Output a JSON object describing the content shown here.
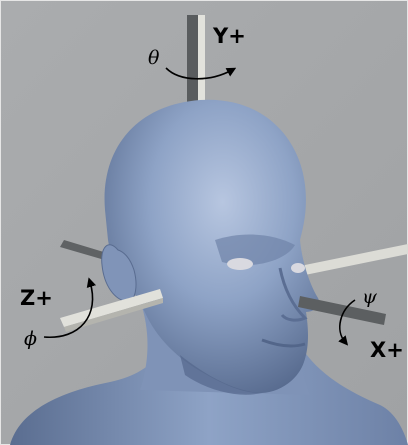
{
  "colors": {
    "background": "#a7a9ab",
    "head_fill": "#8ea3c6",
    "head_shadow": "#5d7195",
    "axis_rod_x": "#d7d7d2",
    "axis_rod_y": "#5b5e60",
    "axis_rod_z": "#deded8"
  },
  "axes": {
    "y": {
      "label": "Y+",
      "angle": "θ",
      "rotation": "yaw"
    },
    "z": {
      "label": "Z+",
      "angle": "ϕ",
      "rotation": "roll"
    },
    "x": {
      "label": "X+",
      "angle": "ψ",
      "rotation": "pitch"
    }
  },
  "icons": [
    "curved-arrow-icon",
    "curved-arrow-icon",
    "curved-arrow-icon"
  ]
}
